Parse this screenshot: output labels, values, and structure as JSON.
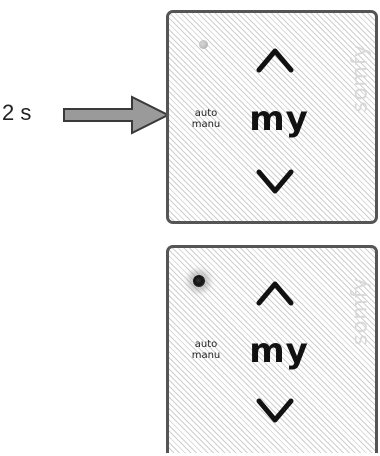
{
  "instruction": {
    "duration_label": "2 s"
  },
  "remotes": [
    {
      "state": "indicator-off",
      "buttons": {
        "up_icon": "chevron-up-icon",
        "my_label": "my",
        "down_icon": "chevron-down-icon"
      },
      "mode_label": {
        "line1": "auto",
        "line2": "manu"
      },
      "brand": "somfy"
    },
    {
      "state": "indicator-lit",
      "buttons": {
        "up_icon": "chevron-up-icon",
        "my_label": "my",
        "down_icon": "chevron-down-icon"
      },
      "mode_label": {
        "line1": "auto",
        "line2": "manu"
      },
      "brand": "somfy"
    }
  ],
  "colors": {
    "frame": "#555555",
    "arrow": "#999999",
    "text": "#111111",
    "brand": "#d8d8d8"
  }
}
